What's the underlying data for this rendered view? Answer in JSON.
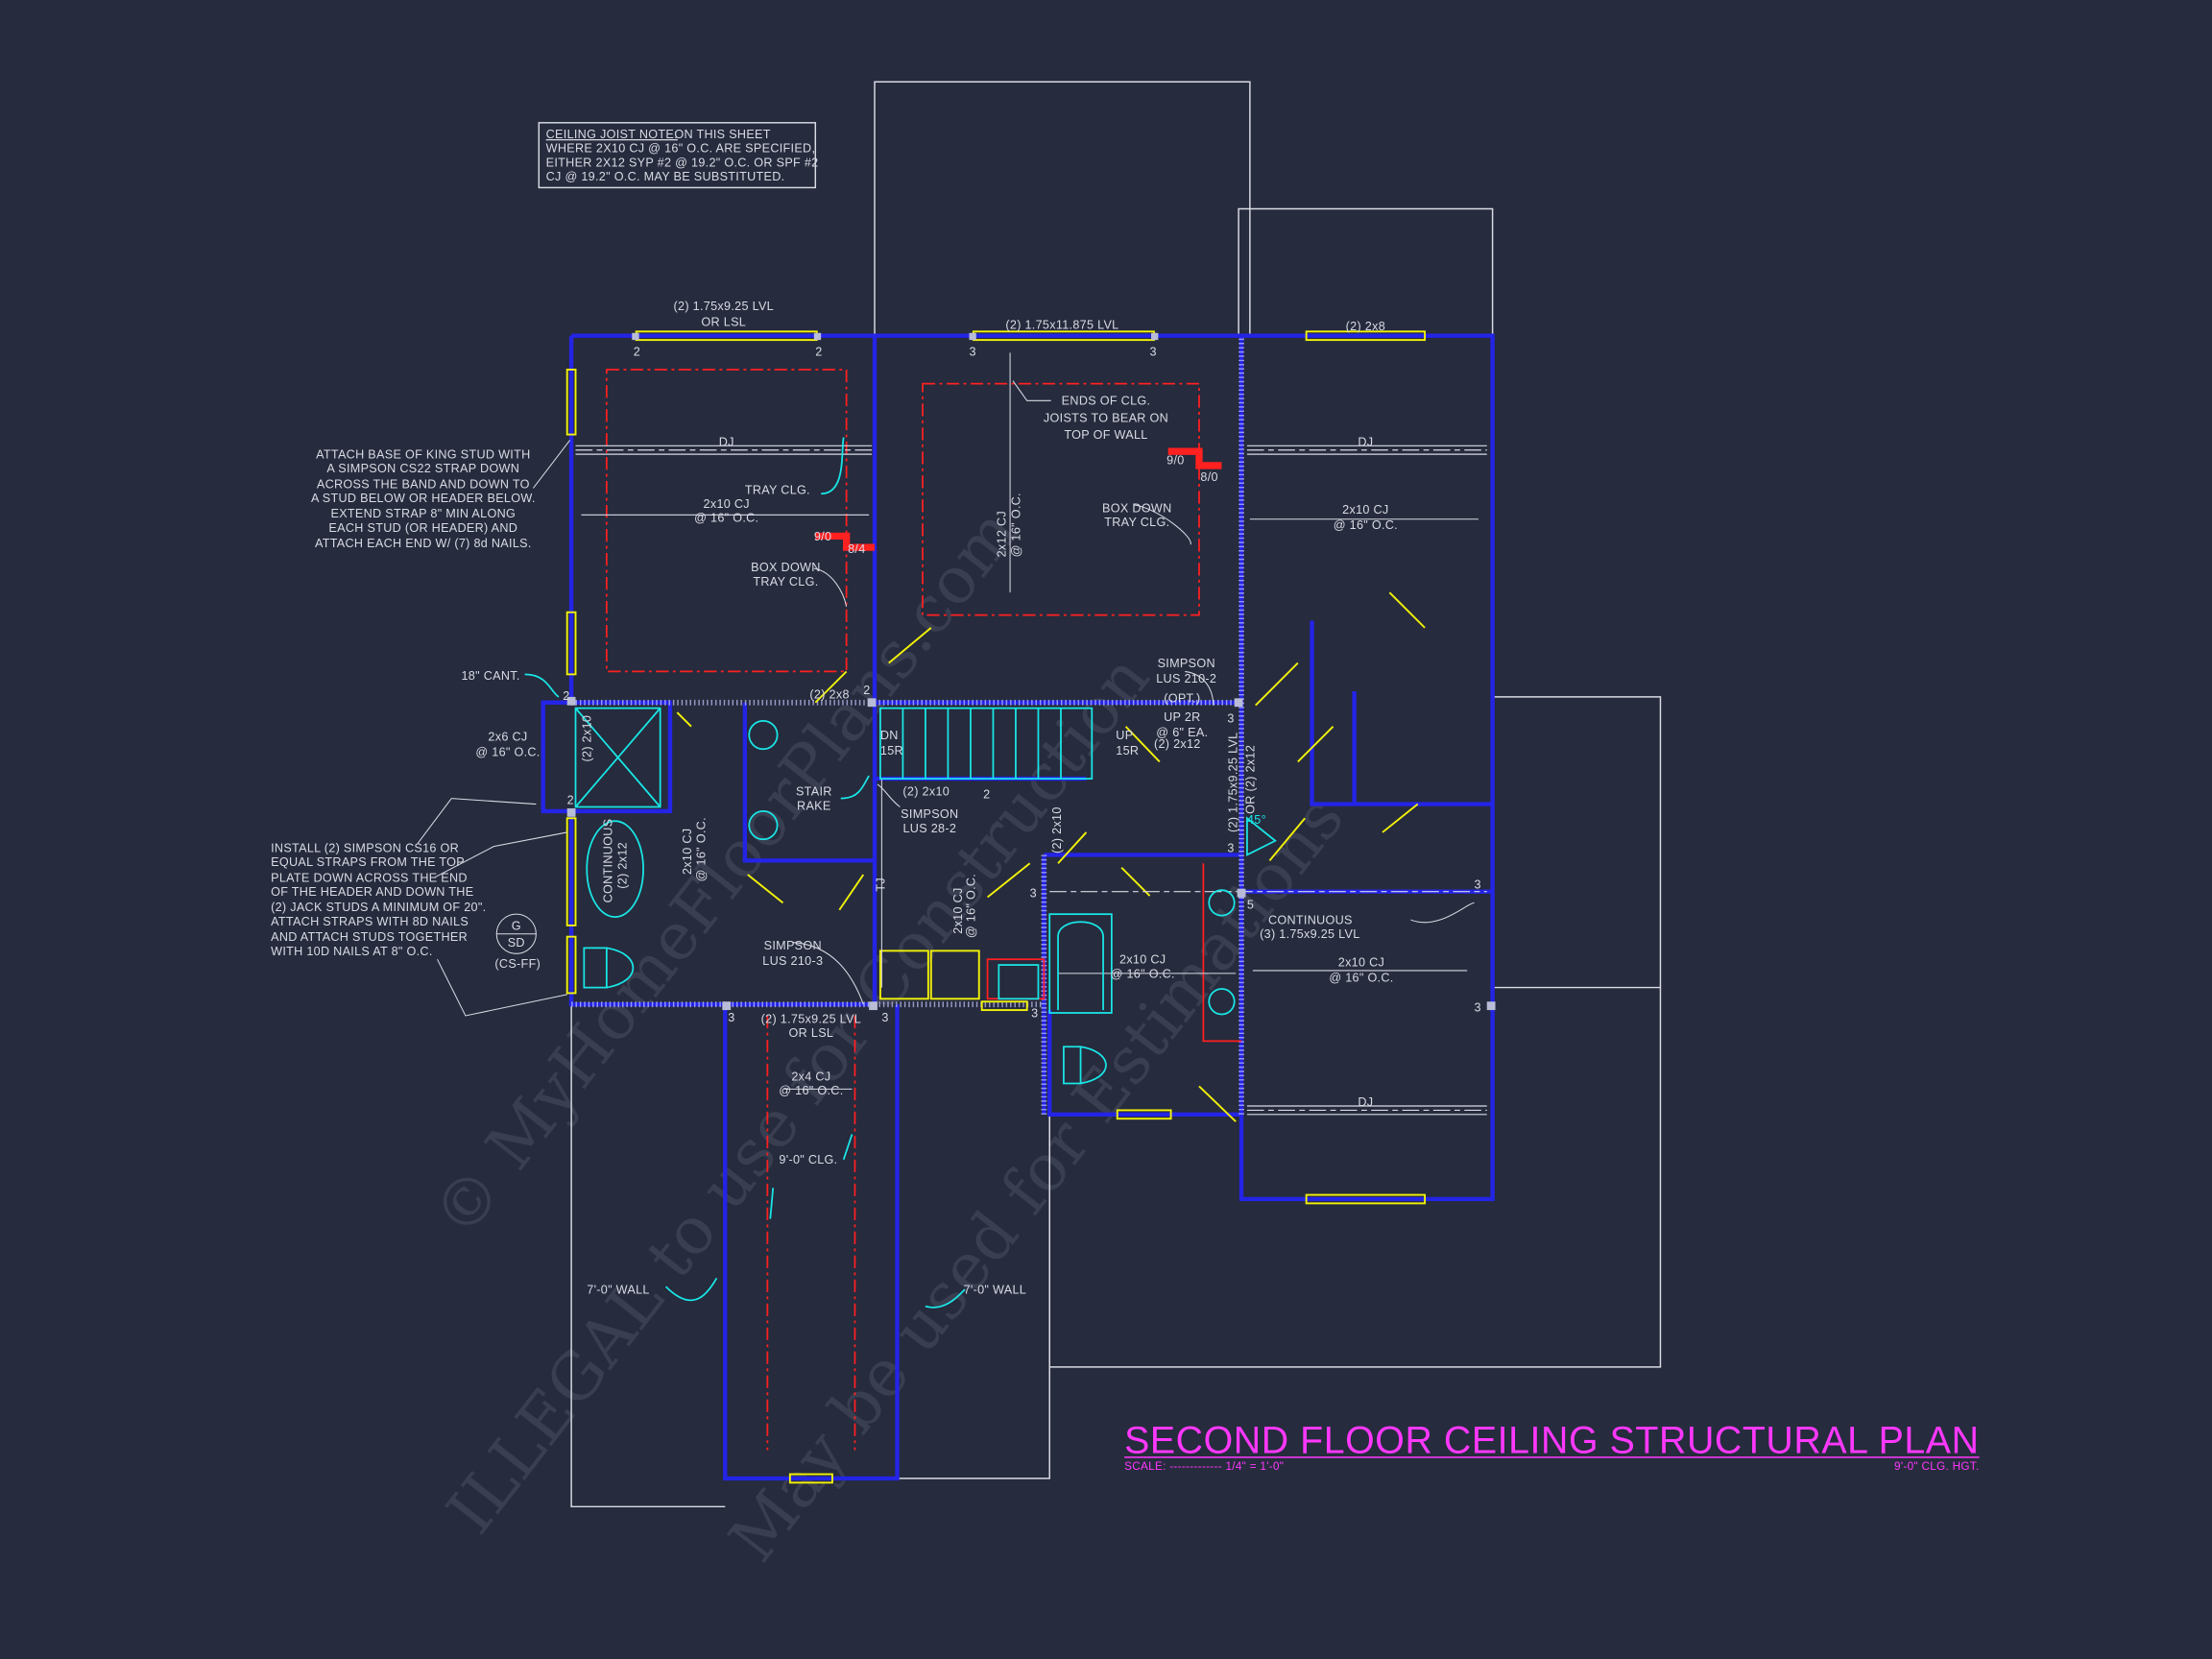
{
  "title": "SECOND FLOOR CEILING STRUCTURAL PLAN",
  "scale_label": "SCALE: ------------- 1/4\" = 1'-0\"",
  "ceiling_height_label": "9'-0\" CLG. HGT.",
  "watermark": {
    "line1": "© MyHomeFloorPlans.com",
    "line2": "ILLEGAL to use for Construction",
    "line3": "May be used for Estimations"
  },
  "notes": {
    "ceiling_joist_heading": "CEILING JOIST NOTE:",
    "ceiling_joist_lines": [
      " ON THIS SHEET",
      "WHERE 2X10 CJ @ 16\" O.C. ARE SPECIFIED,",
      "EITHER 2X12 SYP #2 @ 19.2\" O.C. OR SPF #2",
      "CJ @ 19.2\" O.C. MAY BE SUBSTITUTED."
    ],
    "king_stud": [
      "ATTACH BASE OF KING STUD WITH",
      "A SIMPSON CS22 STRAP DOWN",
      "ACROSS THE BAND AND DOWN TO",
      "A STUD BELOW OR HEADER BELOW.",
      "EXTEND STRAP 8\" MIN ALONG",
      "EACH STUD (OR HEADER) AND",
      "ATTACH EACH END W/ (7) 8d NAILS."
    ],
    "cs16": [
      "INSTALL (2) SIMPSON CS16 OR",
      "EQUAL STRAPS FROM THE TOP",
      "PLATE DOWN ACROSS THE END",
      "OF THE HEADER AND DOWN THE",
      "(2) JACK STUDS A MINIMUM OF 20\".",
      "ATTACH STRAPS WITH 8D NAILS",
      "AND ATTACH STUDS TOGETHER",
      "WITH 10D NAILS AT 8\" O.C."
    ],
    "ends_of_clg": [
      "ENDS OF CLG.",
      "JOISTS TO BEAR ON",
      "TOP OF WALL"
    ]
  },
  "section_marker": {
    "top": "G",
    "bottom": "SD",
    "ref": "(CS-FF)"
  },
  "labels": {
    "hdr_left": [
      "(2) 1.75x9.25 LVL",
      "OR LSL"
    ],
    "hdr_center": "(2) 1.75x11.875 LVL",
    "hdr_right": "(2) 2x8",
    "dj": "DJ",
    "tray_clg": "TRAY CLG.",
    "box_down": [
      "BOX DOWN",
      "TRAY CLG."
    ],
    "cj_2x10": "2x10 CJ",
    "oc16": "@ 16\" O.C.",
    "cj_2x12": "2x12 CJ",
    "cj_2x6": "2x6 CJ",
    "cj_2x4": "2x4 CJ",
    "h_90": "9/0",
    "h_84": "8/4",
    "h_80": "8/0",
    "cant": "18\" CANT.",
    "two_2x10": "(2) 2x10",
    "two_2x12": "(2) 2x12",
    "two_2x8": "(2) 2x8",
    "continuous": "CONTINUOUS",
    "stair_rake": [
      "STAIR",
      "RAKE"
    ],
    "dn": [
      "DN",
      "15R"
    ],
    "up": [
      "UP",
      "15R"
    ],
    "simpson_28": [
      "SIMPSON",
      "LUS 28-2"
    ],
    "simpson_210_2": [
      "SIMPSON",
      "LUS 210-2"
    ],
    "simpson_210_3": [
      "SIMPSON",
      "LUS 210-3"
    ],
    "opt": "(OPT.)",
    "up2r": [
      "UP 2R",
      "@ 6\" EA."
    ],
    "lvl_vert": "(2) 1.75x9.25 LVL",
    "or_2x12": "OR (2) 2x12",
    "deg45": "45°",
    "continuous_3": [
      "CONTINUOUS",
      "(3) 1.75x9.25 LVL"
    ],
    "tj": "TJ",
    "hdr_hall": [
      "(2) 1.75x9.25 LVL",
      "OR LSL"
    ],
    "clg9": "9'-0\" CLG.",
    "wall7": "7'-0\" WALL",
    "post2": "2",
    "post3": "3",
    "post5": "5"
  },
  "colors": {
    "background": "#262b3d",
    "wall": "#2424e6",
    "header": "#f2f20a",
    "fixture": "#19e6e6",
    "tray": "#ff2020",
    "title": "#ff38ff"
  }
}
